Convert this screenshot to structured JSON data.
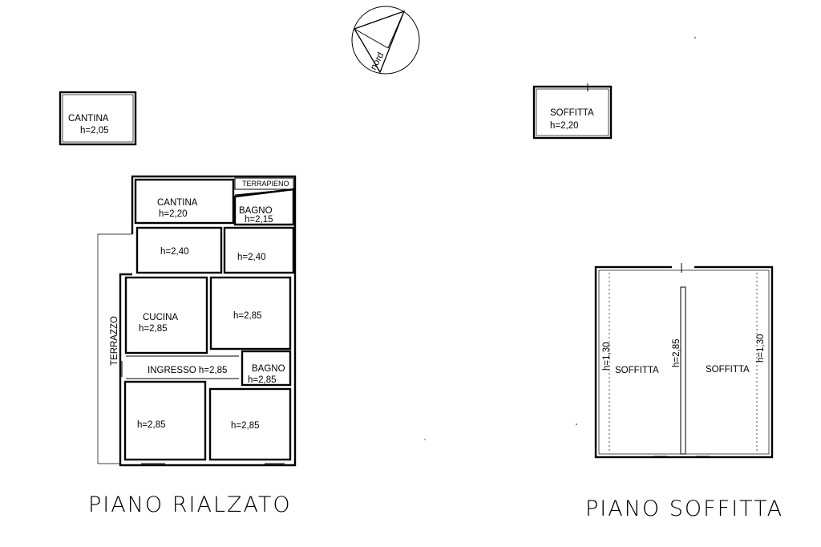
{
  "compass": {
    "label": "nord"
  },
  "cantina_small": {
    "name": "CANTINA",
    "height": "h=2,05"
  },
  "soffitta_small": {
    "name": "SOFFITTA",
    "height": "h=2,20"
  },
  "rialzato": {
    "title": "PIANO RIALZATO",
    "terrapieno": "TERRAPIENO",
    "cantina": {
      "name": "CANTINA",
      "height": "h=2,20"
    },
    "bagno_top": {
      "name": "BAGNO",
      "height": "h=2,15"
    },
    "room_left_240": "h=2,40",
    "room_right_240": "h=2,40",
    "cucina": {
      "name": "CUCINA",
      "height": "h=2,85"
    },
    "room_right_285": "h=2,85",
    "terrazzo": "TERRAZZO",
    "ingresso": "INGRESSO h=2,85",
    "bagno": {
      "name": "BAGNO",
      "height": "h=2,85"
    },
    "room_bl": "h=2,85",
    "room_br": "h=2,85"
  },
  "soffitta": {
    "title": "PIANO SOFFITTA",
    "left_label": "SOFFITTA",
    "right_label": "SOFFITTA",
    "h_left": "h=1,30",
    "h_center": "h=2,85",
    "h_right": "h=1,30"
  }
}
